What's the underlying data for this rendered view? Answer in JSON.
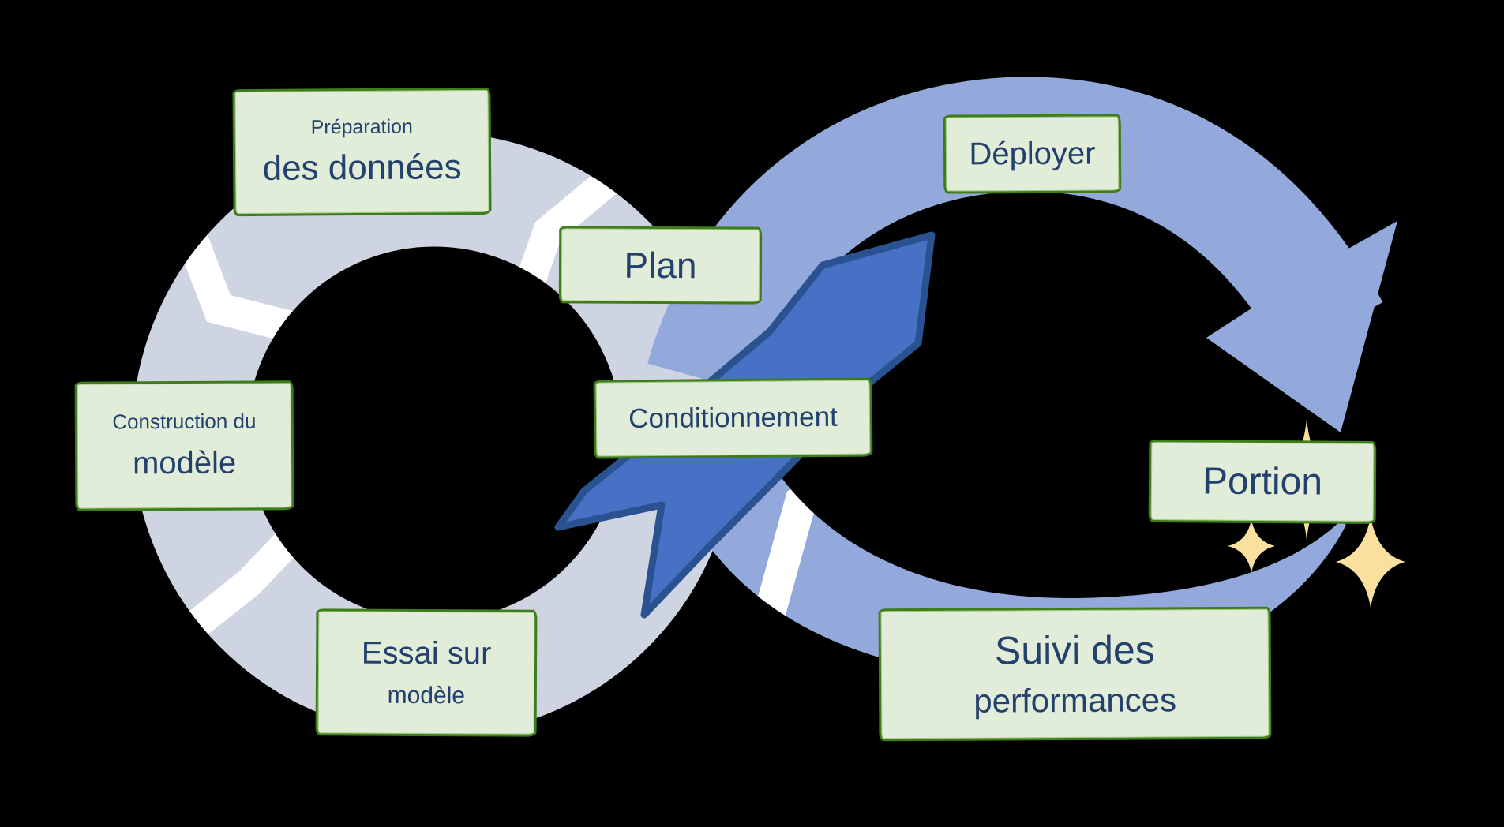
{
  "colors": {
    "background": "#000000",
    "left_loop_band": "#cfd4e2",
    "right_loop_band": "#93a8db",
    "flow_arrow_fill": "#4671c4",
    "flow_arrow_outline": "#2b5290",
    "node_fill": "#e1edd8",
    "node_border": "#3e7d1a",
    "node_text": "#24406d",
    "gap_marks": "#ffffff",
    "sparkles": "#f9e09e"
  },
  "nodes": {
    "preparation": {
      "line1": "Préparation",
      "line2": "des données"
    },
    "plan": {
      "line1": "Plan"
    },
    "construction": {
      "line1": "Construction du",
      "line2": "modèle"
    },
    "essai": {
      "line1": "Essai sur",
      "line2": "modèle"
    },
    "conditionnement": {
      "line1": "Conditionnement"
    },
    "deployer": {
      "line1": "Déployer"
    },
    "portion": {
      "line1": "Portion"
    },
    "suivi": {
      "line1": "Suivi des",
      "line2": "performances"
    }
  }
}
